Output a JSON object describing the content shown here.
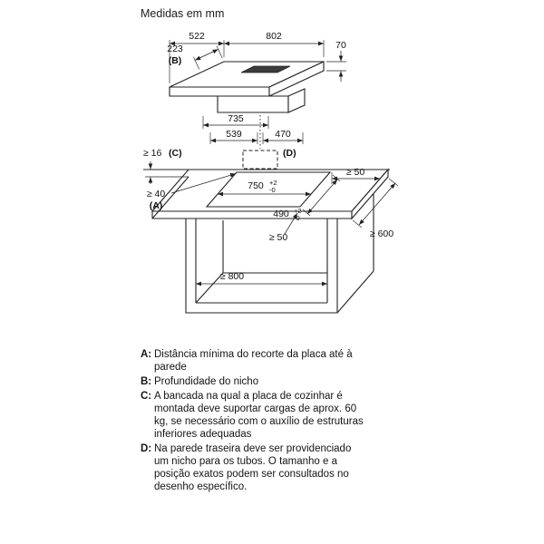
{
  "title": "Medidas em mm",
  "colors": {
    "line": "#222222",
    "text": "#111111"
  },
  "top_view": {
    "dim_depth": "522",
    "dim_width": "802",
    "dim_niche_depth": "223",
    "label_b": "(B)",
    "dim_height": "70",
    "dim_duct_735": "735",
    "dim_duct_539": "539",
    "dim_duct_470": "470"
  },
  "counter_view": {
    "dim_thickness": "≥ 16",
    "label_c": "(C)",
    "label_d": "(D)",
    "dim_wall_clearance": "≥ 40",
    "label_a": "(A)",
    "dim_cutout_width": "750",
    "tol_plus": "+2",
    "tol_minus": "-0",
    "dim_cutout_depth": "490",
    "dim_side_clearance": "≥ 50",
    "dim_front_clearance": "≥ 50",
    "dim_counter_depth": "≥ 600",
    "dim_cabinet_width": "≥ 800"
  },
  "legend": {
    "items": [
      {
        "key": "A:",
        "text": "Distância mínima do recorte da placa até à parede"
      },
      {
        "key": "B:",
        "text": "Profundidade do nicho"
      },
      {
        "key": "C:",
        "text": "A bancada na qual a placa de cozinhar é montada deve suportar cargas de aprox. 60 kg, se necessário com o auxílio de estruturas inferiores adequadas"
      },
      {
        "key": "D:",
        "text": "Na parede traseira deve ser providenciado um nicho para os tubos. O tamanho e a posição exatos podem ser consultados no desenho específico."
      }
    ]
  }
}
